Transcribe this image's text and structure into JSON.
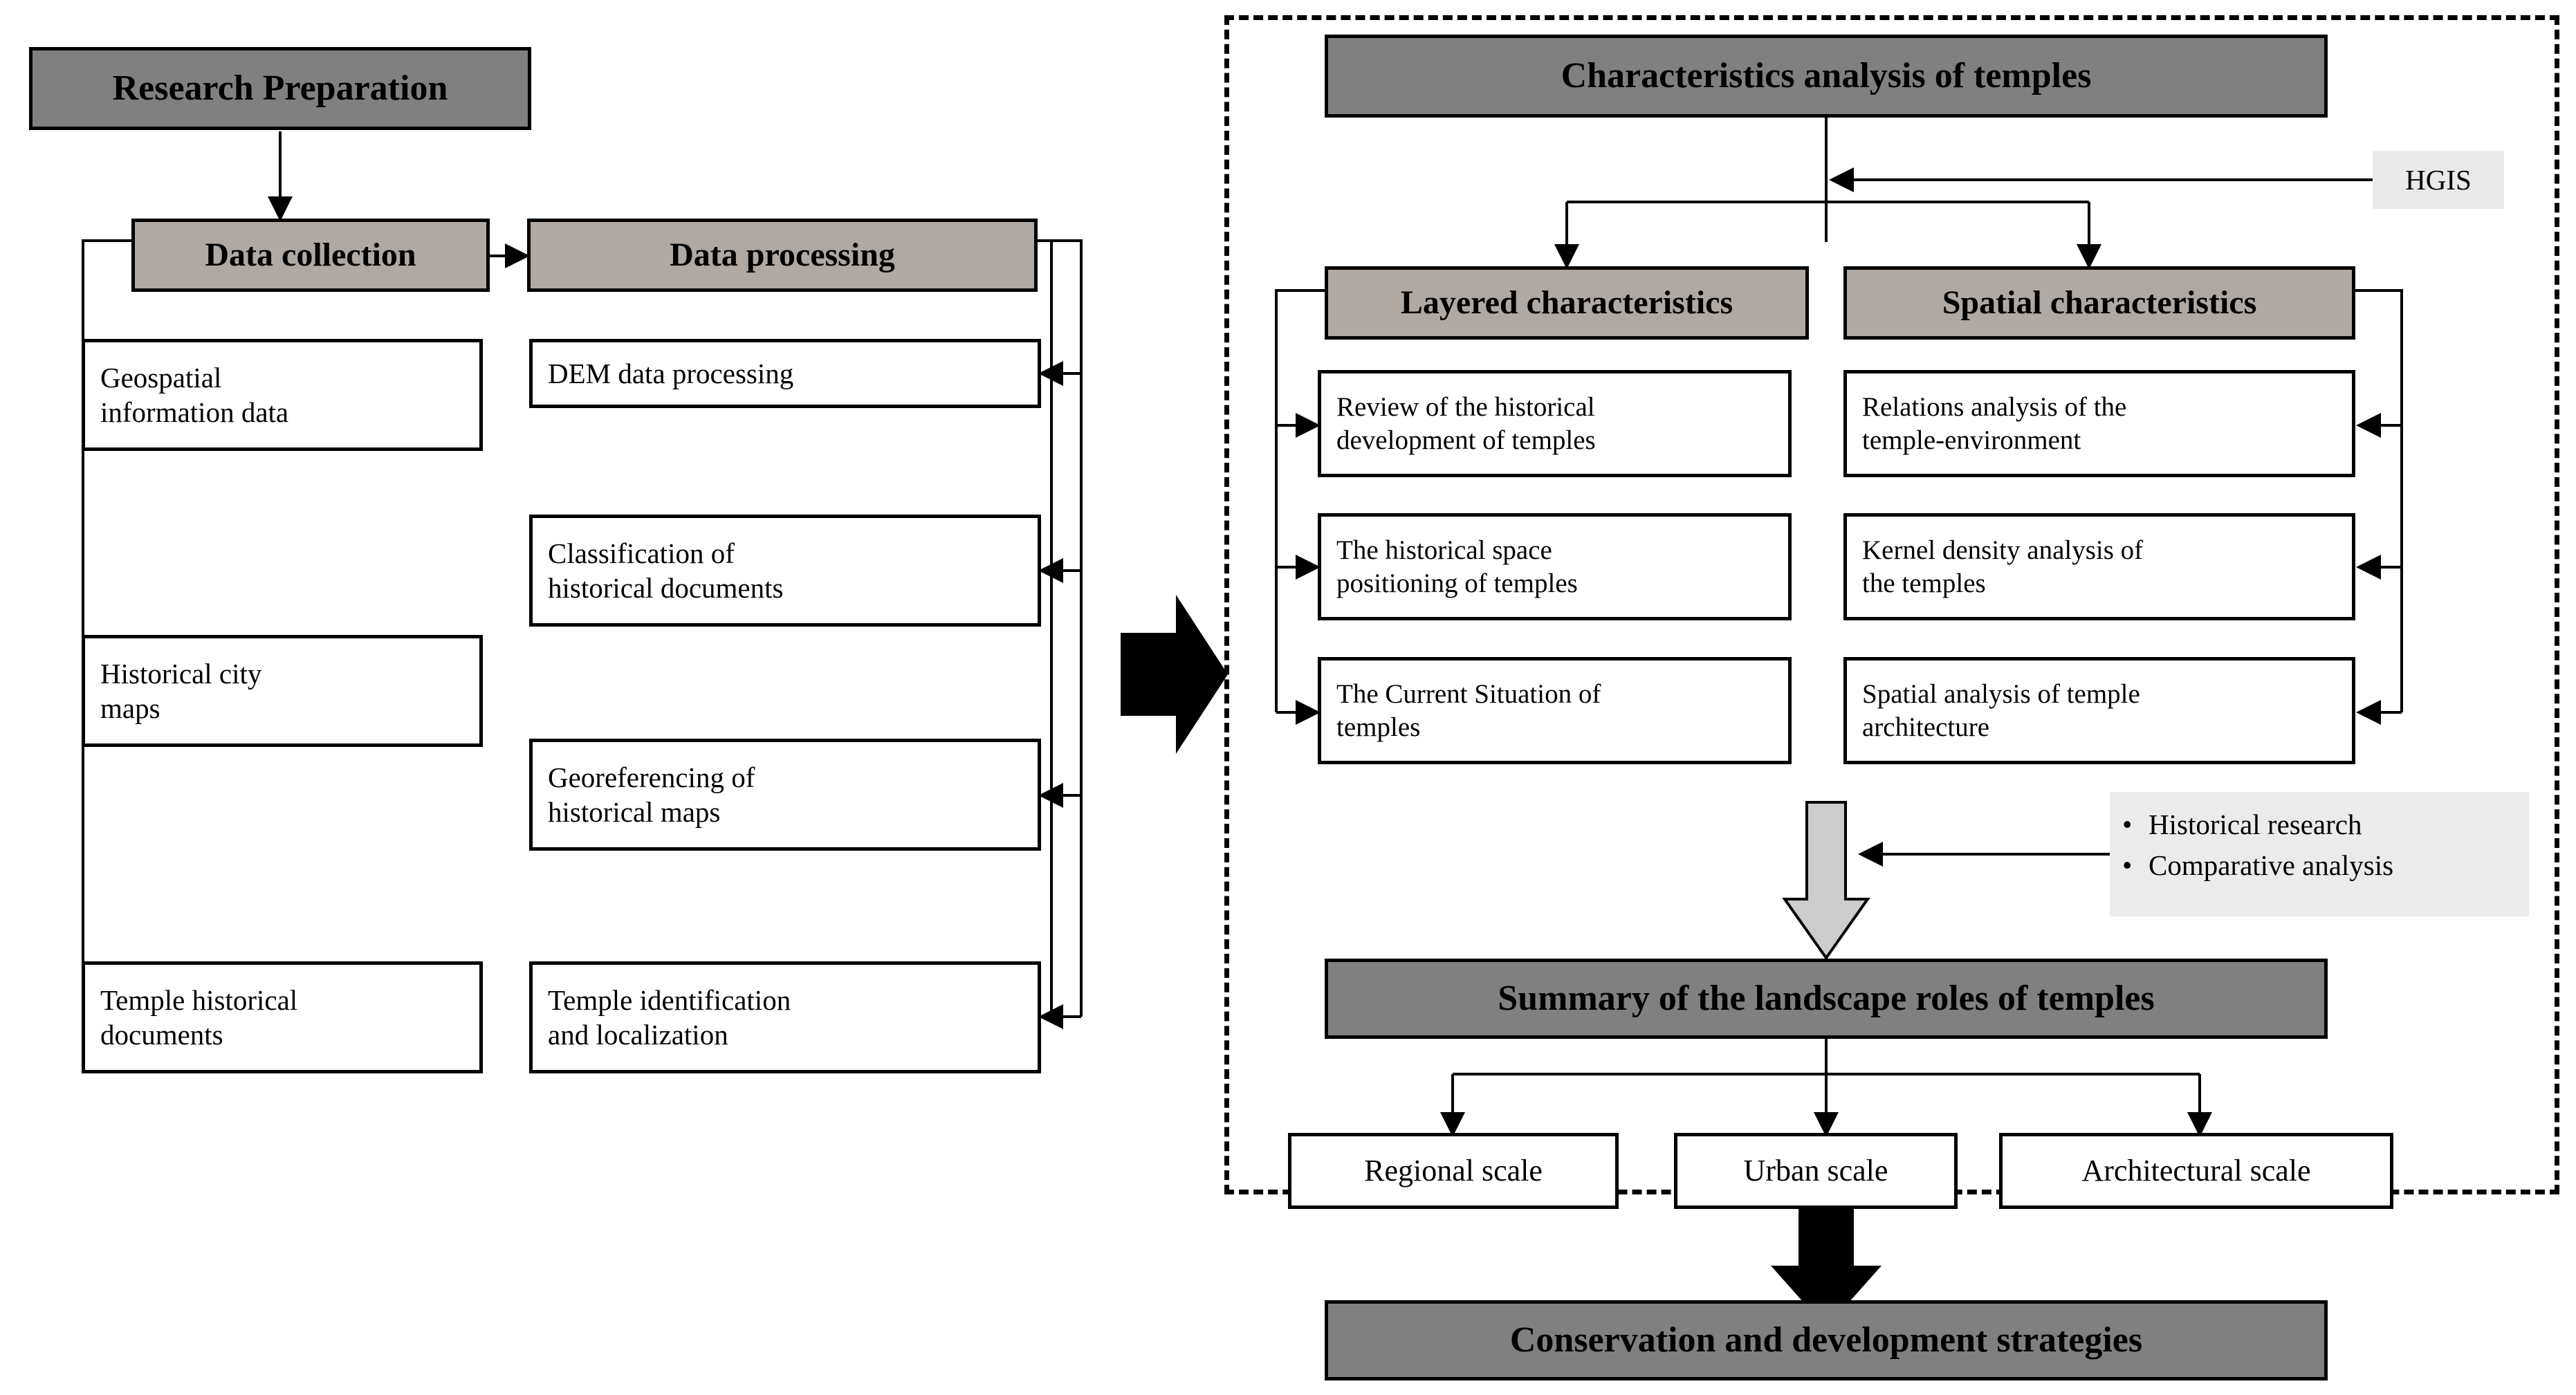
{
  "diagram": {
    "title_hidden": "",
    "left_panel": {
      "root": {
        "label": "Research Preparation"
      },
      "columns": [
        {
          "header": "Data collection",
          "items": [
            "Geospatial\ninformation data",
            "Historical city\nmaps",
            "Temple historical\ndocuments"
          ]
        },
        {
          "header": "Data processing",
          "items": [
            "DEM data processing",
            "Classification of\nhistorical documents",
            "Georeferencing of\nhistorical maps",
            "Temple identification\nand localization"
          ]
        }
      ]
    },
    "transition_arrow": "right-block-arrow",
    "right_panel": {
      "top": {
        "label": "Characteristics analysis of temples"
      },
      "method_tag": {
        "label": "HGIS"
      },
      "columns": [
        {
          "header": "Layered characteristics",
          "items": [
            "Review of the historical\ndevelopment of temples",
            "The historical space\npositioning of temples",
            "The Current Situation of\ntemples"
          ]
        },
        {
          "header": "Spatial characteristics",
          "items": [
            "Relations analysis of the\ntemple-environment",
            "Kernel density analysis of\nthe temples",
            "Spatial analysis of temple\narchitecture"
          ]
        }
      ],
      "methods": [
        "Historical research",
        "Comparative analysis"
      ],
      "summary": {
        "label": "Summary of the landscape roles of temples"
      },
      "scales": [
        "Regional scale",
        "Urban scale",
        "Architectural scale"
      ]
    },
    "final": {
      "label": "Conservation and development strategies"
    },
    "colors": {
      "dark_header": "#808080",
      "mid_header": "#b0a8a3",
      "tag_bg": "#e9e9e9",
      "stroke": "#000000",
      "page_bg": "#ffffff"
    }
  }
}
